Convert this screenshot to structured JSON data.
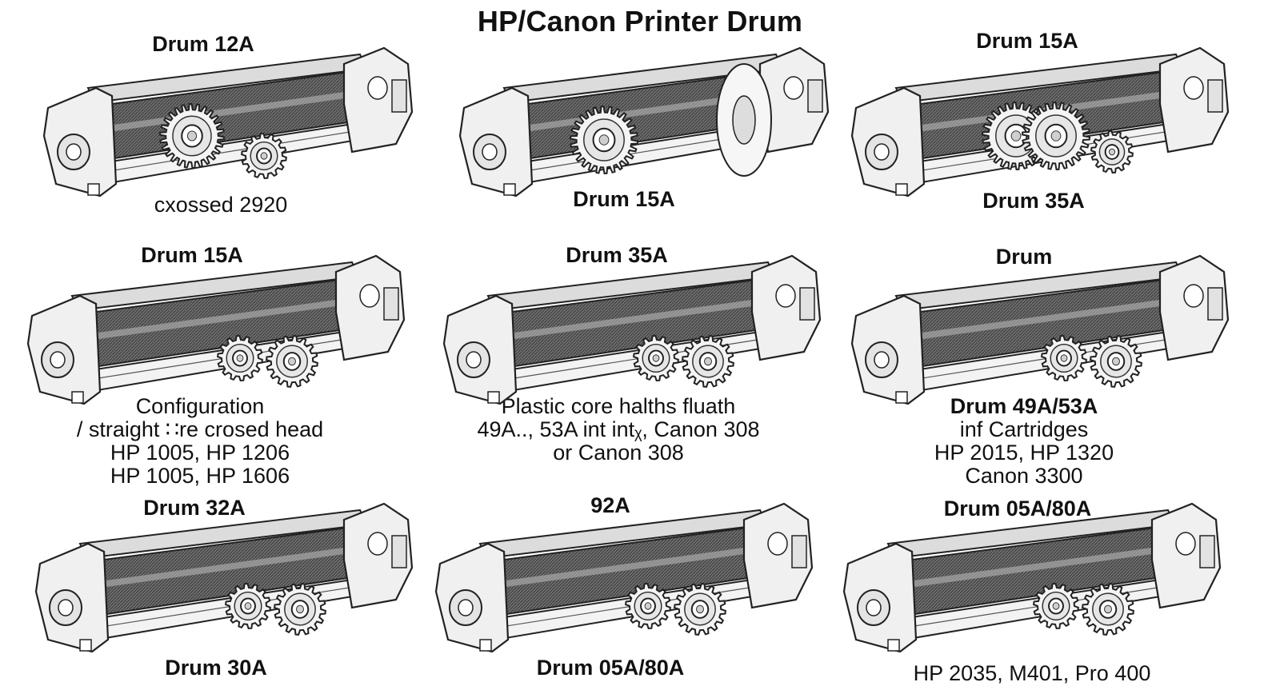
{
  "title": "HP/Canon Printer Drum",
  "drums": [
    {
      "label": "Drum 12A",
      "caption": [
        "cxossed 2920"
      ],
      "gears": "large-small"
    },
    {
      "label": "Drum 15A",
      "caption": [],
      "gears": "large-disc"
    },
    {
      "label": "Drum 15A",
      "caption": [],
      "gears": "double-large"
    },
    {
      "label": "Drum 15A",
      "caption": [
        "Configuration",
        "/ straight ∷re crosed head",
        "HP 1005, HP 1206",
        "HP 1005, HP 1606"
      ],
      "gears": "two-small"
    },
    {
      "label": "Drum 35A",
      "caption": [
        "Plastic core halths fluath",
        "49A.., 53A int intᵪ, Canon 308",
        "or Canon 308"
      ],
      "gears": "two-small"
    },
    {
      "label": "Drum",
      "caption": [
        "Drum 49A/53A",
        "inf Cartridges",
        "HP 2015, HP 1320",
        "Canon 3300"
      ],
      "gears": "two-small"
    },
    {
      "label": "Drum 32A",
      "caption": [
        "Drum 30A"
      ],
      "gears": "two-small"
    },
    {
      "label": "92A",
      "caption": [
        "Drum 05A/80A"
      ],
      "gears": "two-small"
    },
    {
      "label": "Drum 05A/80A",
      "caption": [
        "HP 2035, M401, Pro 400"
      ],
      "gears": "two-small"
    }
  ],
  "extra_labels": {
    "drum2_bottom": "Drum 15A",
    "drum3_bottom": "Drum 35A"
  }
}
